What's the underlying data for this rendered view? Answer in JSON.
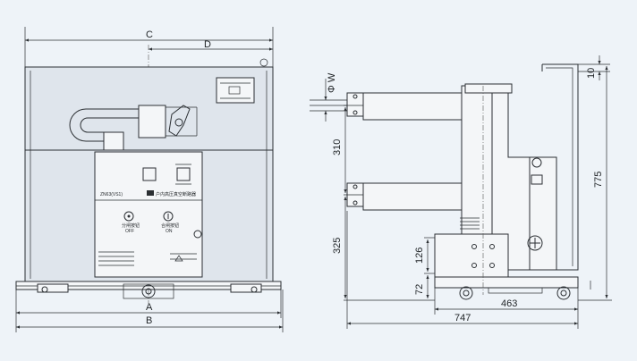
{
  "front_view": {
    "dim_labels": {
      "c": "C",
      "d": "D",
      "a": "A",
      "b": "B"
    },
    "nameplate": {
      "model": "ZN63(VS1)",
      "title": "户内高压真空断路器"
    },
    "buttons": {
      "off_caption": "分闸按钮",
      "off_label": "OFF",
      "on_caption": "合闸按钮",
      "on_label": "ON"
    }
  },
  "side_view": {
    "dims": {
      "phi_w": "Φ W",
      "d310": "310",
      "d325": "325",
      "d126": "126",
      "d72": "72",
      "d10": "10",
      "d775": "775",
      "d463": "463",
      "d747": "747"
    }
  },
  "colors": {
    "background": "#eef3f8",
    "line": "#2b2f33",
    "panel": "#dfe5ec"
  }
}
